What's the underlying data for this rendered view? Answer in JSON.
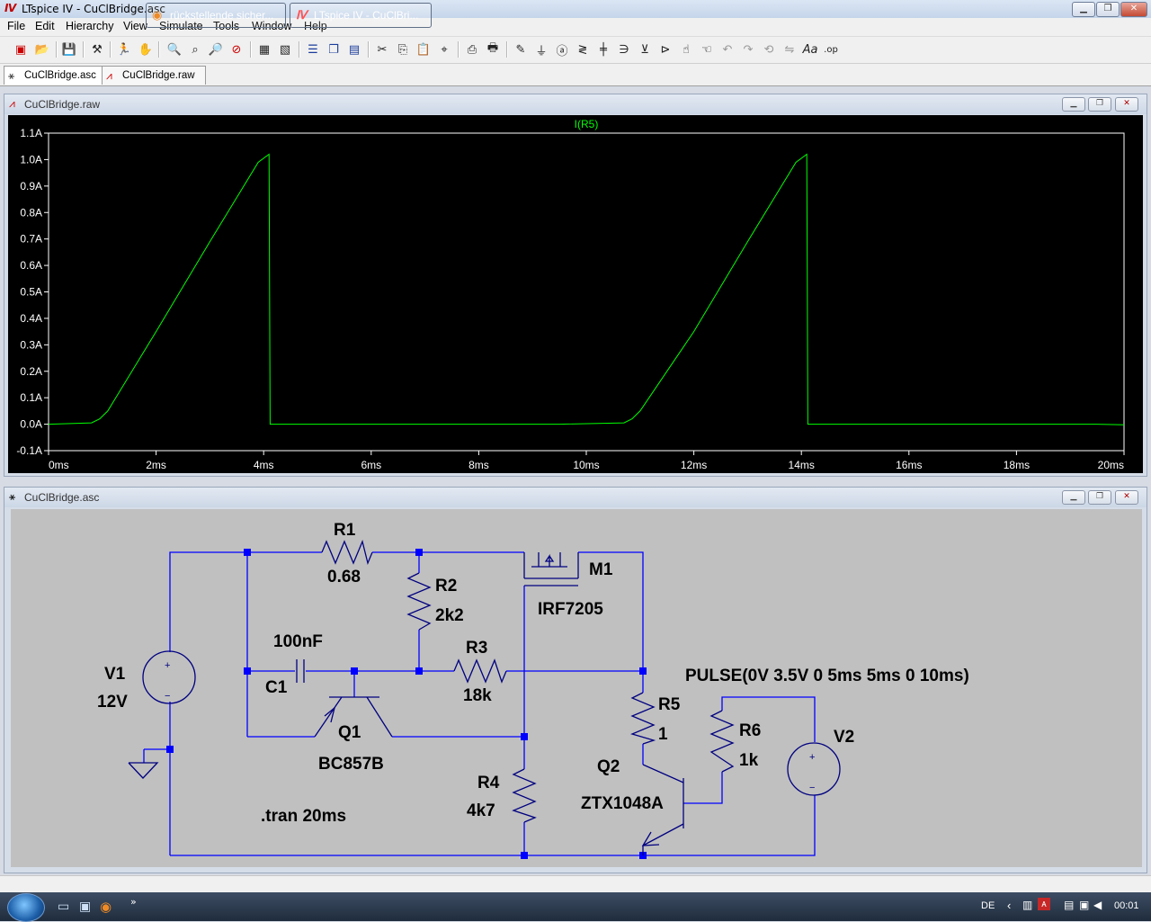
{
  "window": {
    "title": "LTspice IV - CuClBridge.asc",
    "app_icon": "ltspice-icon"
  },
  "menu": [
    "File",
    "Edit",
    "Hierarchy",
    "View",
    "Simulate",
    "Tools",
    "Window",
    "Help"
  ],
  "tabs": [
    {
      "label": "CuClBridge.asc",
      "icon": "schematic-icon",
      "active": true
    },
    {
      "label": "CuClBridge.raw",
      "icon": "waveform-icon",
      "active": false
    }
  ],
  "waveform_window": {
    "title": "CuClBridge.raw",
    "trace_label": "I(R5)",
    "trace_color": "#00ff00"
  },
  "chart_data": {
    "type": "line",
    "title": "I(R5)",
    "xlabel": "",
    "ylabel": "",
    "xlim": [
      0,
      20
    ],
    "ylim": [
      -0.1,
      1.1
    ],
    "x_unit": "ms",
    "y_unit": "A",
    "grid": false,
    "background": "#000000",
    "y_ticks": [
      "-0.1A",
      "0.0A",
      "0.1A",
      "0.2A",
      "0.3A",
      "0.4A",
      "0.5A",
      "0.6A",
      "0.7A",
      "0.8A",
      "0.9A",
      "1.0A",
      "1.1A"
    ],
    "x_ticks": [
      "0ms",
      "2ms",
      "4ms",
      "6ms",
      "8ms",
      "10ms",
      "12ms",
      "14ms",
      "16ms",
      "18ms",
      "20ms"
    ],
    "series": [
      {
        "name": "I(R5)",
        "color": "#00ff00",
        "x": [
          0,
          0.8,
          0.95,
          1.1,
          2.0,
          3.0,
          3.9,
          4.1,
          4.12,
          4.2,
          9.5,
          10.7,
          10.85,
          11.0,
          12.0,
          13.0,
          13.9,
          14.1,
          14.12,
          14.2,
          19.5,
          20
        ],
        "y": [
          0.0,
          0.005,
          0.02,
          0.05,
          0.35,
          0.69,
          0.99,
          1.02,
          0.0,
          0.0,
          0.0,
          0.005,
          0.02,
          0.05,
          0.35,
          0.69,
          0.99,
          1.02,
          0.0,
          0.0,
          0.0,
          -0.002
        ]
      }
    ]
  },
  "schematic_window": {
    "title": "CuClBridge.asc",
    "components": {
      "r1": {
        "name": "R1",
        "value": "0.68"
      },
      "r2": {
        "name": "R2",
        "value": "2k2"
      },
      "r3": {
        "name": "R3",
        "value": "18k"
      },
      "r4": {
        "name": "R4",
        "value": "4k7"
      },
      "r5": {
        "name": "R5",
        "value": "1"
      },
      "r6": {
        "name": "R6",
        "value": "1k"
      },
      "c1": {
        "name": "C1",
        "value": "100nF"
      },
      "v1": {
        "name": "V1",
        "value": "12V"
      },
      "v2": {
        "name": "V2",
        "value": "PULSE(0V 3.5V 0 5ms 5ms 0 10ms)"
      },
      "q1": {
        "name": "Q1",
        "value": "BC857B"
      },
      "q2": {
        "name": "Q2",
        "value": "ZTX1048A"
      },
      "m1": {
        "name": "M1",
        "value": "IRF7205"
      }
    },
    "directive": ".tran 20ms",
    "wire_color": "#0000ff",
    "component_color": "#000080",
    "background": "#c0c0c0"
  },
  "taskbar": {
    "buttons": [
      {
        "label": "rückstellende sicher...",
        "icon": "firefox-icon"
      },
      {
        "label": "LTspice IV - CuClBri...",
        "icon": "ltspice-icon"
      }
    ],
    "language": "DE",
    "clock": "00:01"
  }
}
